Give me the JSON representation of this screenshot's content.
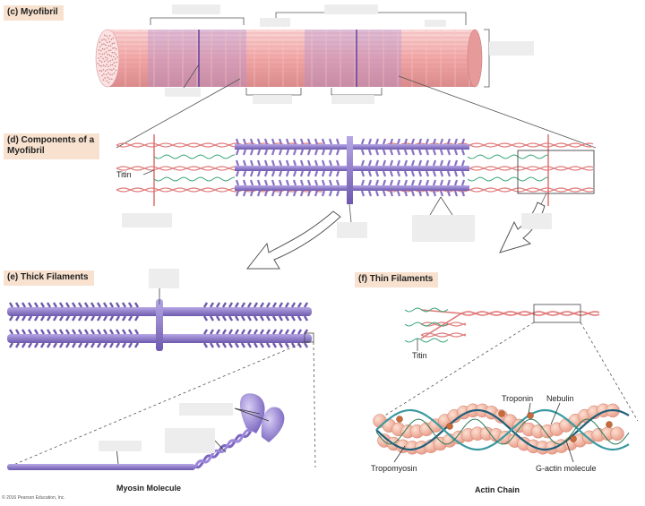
{
  "sections": {
    "c": "(c) Myofibril",
    "d": "(d) Components of a\nMyofibril",
    "e": "(e) Thick Filaments",
    "f": "(f) Thin Filaments"
  },
  "labels": {
    "titin_d": "Titin",
    "titin_f": "Titin",
    "troponin": "Troponin",
    "nebulin": "Nebulin",
    "tropomyosin": "Tropomyosin",
    "g_actin": "G-actin molecule",
    "myosin_molecule": "Myosin Molecule",
    "actin_chain": "Actin Chain"
  },
  "copyright": "© 2016 Pearson Education, Inc.",
  "colors": {
    "myofibril_pink": "#f2a8a8",
    "thin_filament": "#e07a7a",
    "thick_filament": "#8a72c4",
    "titin_green": "#3aa67a",
    "tab_bg": "#f8e2cf",
    "blank_box": "#ededed"
  }
}
